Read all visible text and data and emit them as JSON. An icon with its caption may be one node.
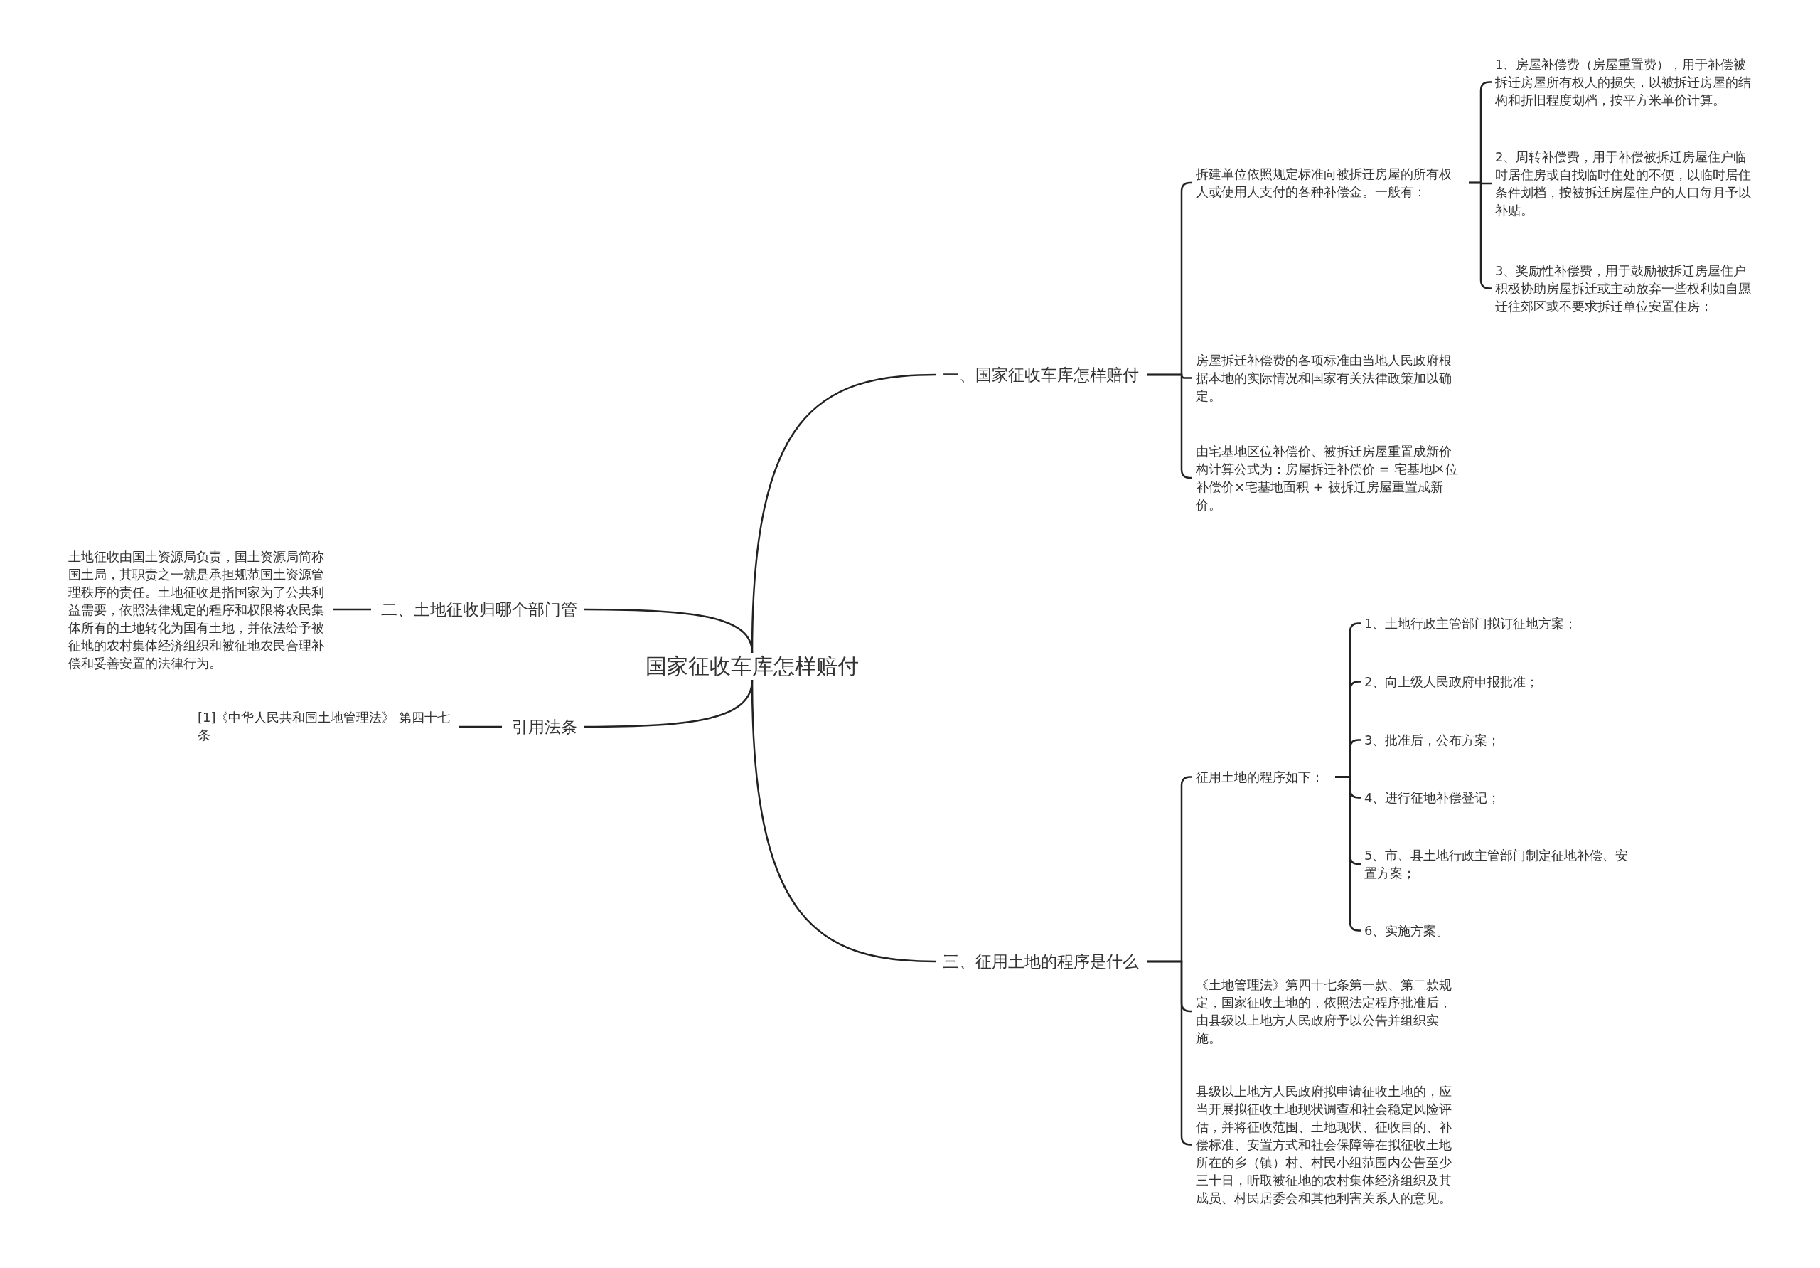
{
  "diagram": {
    "nodes": [
      {
        "text": [
          "国家征收车库怎样赔付"
        ]
      },
      {
        "text": [
          "一、国家征收车库怎样赔付"
        ]
      },
      {
        "text": [
          "拆建单位依照规定标准向被拆迁房屋的所有权人或使用人支付的各种补偿金。一般有："
        ]
      },
      {
        "text": [
          "1、房屋补偿费（房屋重置费），用于补偿被拆迁房屋所有权人的损失，以被拆迁房屋的结构和折旧程度划档，按平方米单价计算。"
        ]
      },
      {
        "text": [
          "2、周转补偿费，用于补偿被拆迁房屋住户临时居住房或自找临时住处的不便，以临时居住条件划档，按被拆迁房屋住户的人口每月予以补贴。"
        ]
      },
      {
        "text": [
          "3、奖励性补偿费，用于鼓励被拆迁房屋住户积极协助房屋拆迁或主动放弃一些权利如自愿迁往郊区或不要求拆迁单位安置住房；"
        ]
      },
      {
        "text": [
          "房屋拆迁补偿费的各项标准由当地人民政府根据本地的实际情况和国家有关法律政策加以确定。"
        ]
      },
      {
        "text": [
          "由宅基地区位补偿价、被拆迁房屋重置成新价构计算公式为：房屋拆迁补偿价 = 宅基地区位补偿价×宅基地面积 + 被拆迁房屋重置成新价。"
        ]
      },
      {
        "text": [
          "二、土地征收归哪个部门管"
        ]
      },
      {
        "text": [
          "土地征收由国土资源局负责，国土资源局简称国土局，其职责之一就是承担规范国土资源管理秩序的责任。土地征收是指国家为了公共利益需要，依照法律规定的程序和权限将农民集体所有的土地转化为国有土地，并依法给予被征地的农村集体经济组织和被征地农民合理补偿和妥善安置的法律行为。"
        ]
      },
      {
        "text": [
          "引用法条"
        ]
      },
      {
        "text": [
          "[1]《中华人民共和国土地管理法》 第四十七条"
        ]
      },
      {
        "text": [
          "三、征用土地的程序是什么"
        ]
      },
      {
        "text": [
          "征用土地的程序如下："
        ]
      },
      {
        "text": [
          "1、土地行政主管部门拟订征地方案；"
        ]
      },
      {
        "text": [
          "2、向上级人民政府申报批准；"
        ]
      },
      {
        "text": [
          "3、批准后，公布方案；"
        ]
      },
      {
        "text": [
          "4、进行征地补偿登记；"
        ]
      },
      {
        "text": [
          "5、市、县土地行政主管部门制定征地补偿、安置方案；"
        ]
      },
      {
        "text": [
          "6、实施方案。"
        ]
      },
      {
        "text": [
          "《土地管理法》第四十七条第一款、第二款规定，国家征收土地的，依照法定程序批准后，由县级以上地方人民政府予以公告并组织实施。"
        ]
      },
      {
        "text": [
          "县级以上地方人民政府拟申请征收土地的，应当开展拟征收土地现状调查和社会稳定风险评估，并将征收范围、土地现状、征收目的、补偿标准、安置方式和社会保障等在拟征收土地所在的乡（镇）村、村民小组范围内公告至少三十日，听取被征地的农村集体经济组织及其成员、村民居委会和其他利害关系人的意见。"
        ]
      }
    ],
    "edges": [
      {
        "from": 0,
        "to": 1,
        "arrow": "none"
      },
      {
        "from": 1,
        "to": 2,
        "arrow": "none"
      },
      {
        "from": 2,
        "to": 3,
        "arrow": "none"
      },
      {
        "from": 2,
        "to": 4,
        "arrow": "none"
      },
      {
        "from": 2,
        "to": 5,
        "arrow": "none"
      },
      {
        "from": 1,
        "to": 6,
        "arrow": "none"
      },
      {
        "from": 1,
        "to": 7,
        "arrow": "none"
      },
      {
        "from": 0,
        "to": 8,
        "arrow": "none"
      },
      {
        "from": 8,
        "to": 9,
        "arrow": "none"
      },
      {
        "from": 0,
        "to": 10,
        "arrow": "none"
      },
      {
        "from": 10,
        "to": 11,
        "arrow": "none"
      },
      {
        "from": 0,
        "to": 12,
        "arrow": "none"
      },
      {
        "from": 12,
        "to": 13,
        "arrow": "none"
      },
      {
        "from": 13,
        "to": 14,
        "arrow": "none"
      },
      {
        "from": 13,
        "to": 15,
        "arrow": "none"
      },
      {
        "from": 13,
        "to": 16,
        "arrow": "none"
      },
      {
        "from": 13,
        "to": 17,
        "arrow": "none"
      },
      {
        "from": 13,
        "to": 18,
        "arrow": "none"
      },
      {
        "from": 13,
        "to": 19,
        "arrow": "none"
      },
      {
        "from": 12,
        "to": 20,
        "arrow": "none"
      },
      {
        "from": 12,
        "to": 21,
        "arrow": "none"
      }
    ]
  }
}
